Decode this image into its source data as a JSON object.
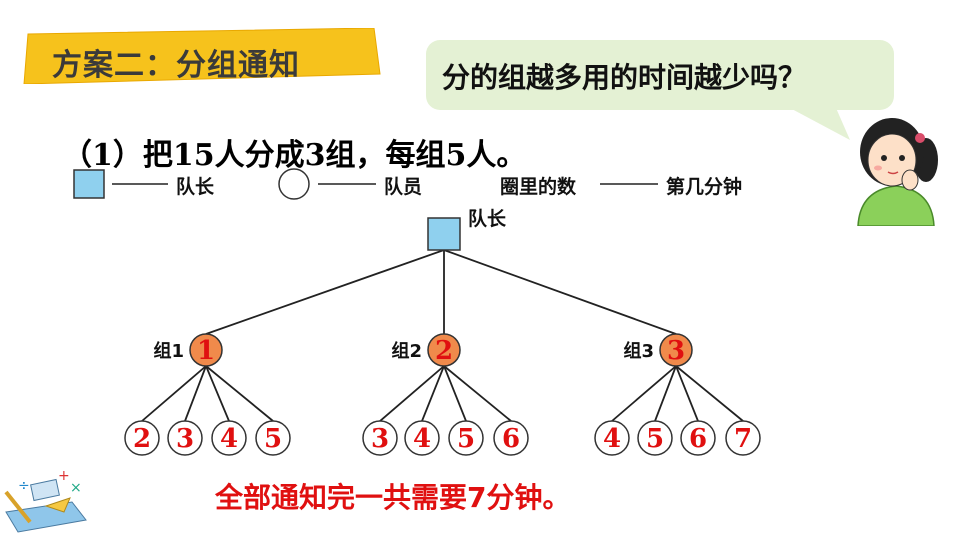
{
  "title": "方案二：分组通知",
  "bubble_text": "分的组越多用的时间越少吗？",
  "statement": "（1）把15人分成3组，每组5人。",
  "legend": {
    "leader_label": "队长",
    "member_label": "队员",
    "circle_number_label": "圈里的数",
    "minute_label": "第几分钟"
  },
  "root_label": "队长",
  "groups": [
    {
      "label": "组1",
      "number": "1",
      "members": [
        "2",
        "3",
        "4",
        "5"
      ]
    },
    {
      "label": "组2",
      "number": "2",
      "members": [
        "3",
        "4",
        "5",
        "6"
      ]
    },
    {
      "label": "组3",
      "number": "3",
      "members": [
        "4",
        "5",
        "6",
        "7"
      ]
    }
  ],
  "conclusion": "全部通知完一共需要7分钟。",
  "colors": {
    "banner": "#f6c21c",
    "bubble": "#e4f1d4",
    "leader_square": "#8fd0ee",
    "group_circle": "#f08a4b",
    "number_red": "#e01010"
  },
  "icons": [
    "girl-thinking-illustration",
    "stationery-icon"
  ]
}
